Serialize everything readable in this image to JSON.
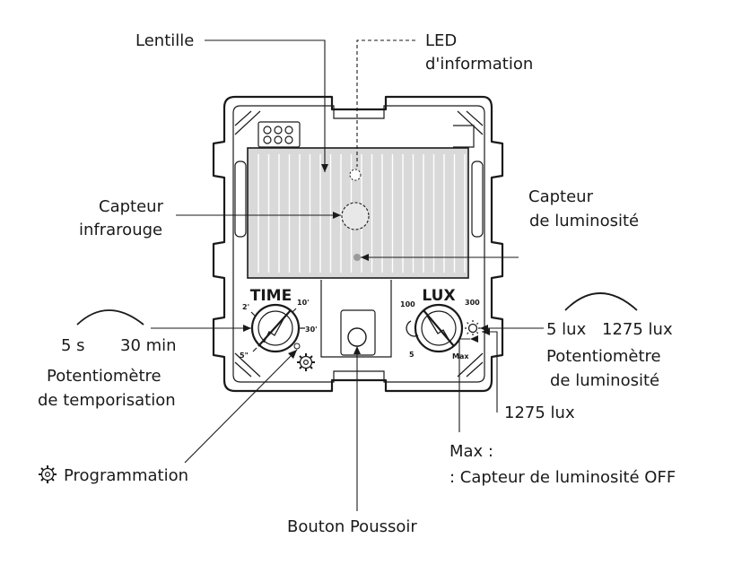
{
  "labels": {
    "lentille": "Lentille",
    "led_line1": "LED",
    "led_line2": "d'information",
    "capteur_ir_line1": "Capteur",
    "capteur_ir_line2": "infrarouge",
    "capteur_lum_line1": "Capteur",
    "capteur_lum_line2": "de luminosité",
    "time_min": "5 s",
    "time_max": "30 min",
    "pot_tempo_line1": "Potentiomètre",
    "pot_tempo_line2": "de temporisation",
    "lux_min": "5 lux",
    "lux_max": "1275 lux",
    "pot_lum_line1": "Potentiomètre",
    "pot_lum_line2": "de luminosité",
    "lux_1275": "1275 lux",
    "max_line1": "Max :",
    "max_line2": ": Capteur de luminosité OFF",
    "programmation": "Programmation",
    "bouton": "Bouton Poussoir"
  },
  "dials": {
    "time": {
      "title": "TIME",
      "ticks": [
        "2'",
        "10'",
        "30'",
        "5\""
      ]
    },
    "lux": {
      "title": "LUX",
      "ticks": [
        "100",
        "300",
        "5",
        "Max"
      ]
    }
  },
  "icons": {
    "programmation": "gear-icon",
    "lux_low": "moon-icon",
    "lux_high": "sun-icon"
  },
  "colors": {
    "ink": "#1a1a1a",
    "lens": "#d9d9d9",
    "led_dot": "#9a9a9a"
  }
}
